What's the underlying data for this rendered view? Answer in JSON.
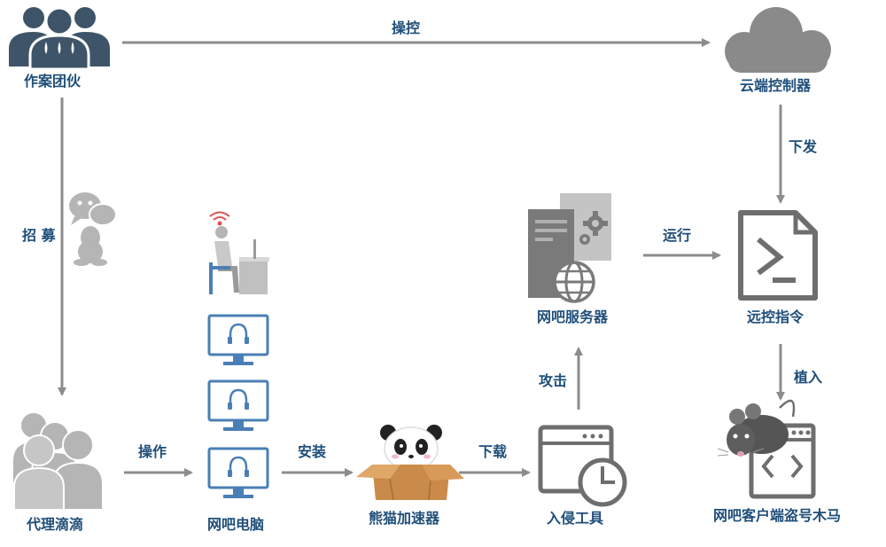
{
  "colors": {
    "label": "#1f4e79",
    "arrow": "#8c8c8c",
    "icon_dark": "#3e5468",
    "icon_gray": "#8a8a8a",
    "icon_light": "#b5b5b5",
    "monitor": "#4a7fb5",
    "signal": "#e05050"
  },
  "nodes": {
    "gang": "作案团伙",
    "cloud": "云端控制器",
    "agent": "代理滴滴",
    "netbar_pc": "网吧电脑",
    "panda": "熊猫加速器",
    "tool": "入侵工具",
    "server": "网吧服务器",
    "command": "远控指令",
    "trojan": "网吧客户端盗号木马"
  },
  "edges": {
    "control": "操控",
    "issue": "下发",
    "recruit": "招 募",
    "operate": "操作",
    "install": "安装",
    "download": "下载",
    "attack": "攻击",
    "run": "运行",
    "implant": "植入"
  }
}
